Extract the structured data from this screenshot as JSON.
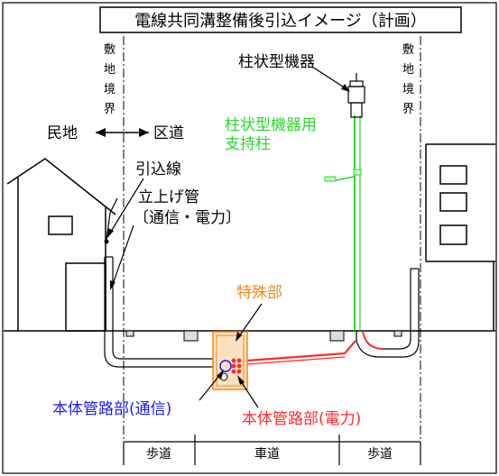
{
  "title": "電線共同溝整備後引込イメージ（計画）",
  "labels": {
    "pole_device": "柱状型機器",
    "support_line1": "柱状型機器用",
    "support_line2": "支持柱",
    "minchi": "民地",
    "kudo": "区道",
    "service_line": "引込線",
    "riser_line1": "立上げ管",
    "riser_line2": "〔通信・電力〕",
    "special": "特殊部",
    "comm_body": "本体管路部(通信)",
    "power_body": "本体管路部(電力)",
    "boundary_left": [
      "敷",
      "地",
      "境",
      "界"
    ],
    "boundary_right": [
      "敷",
      "地",
      "境",
      "界"
    ],
    "sidewalk_left": "歩道",
    "roadway": "車道",
    "sidewalk_right": "歩道"
  },
  "colors": {
    "comm": "#1a1aff",
    "power": "#ff2a2a",
    "support": "#2ed62e",
    "special": "#f08a1c",
    "line": "#000000"
  }
}
